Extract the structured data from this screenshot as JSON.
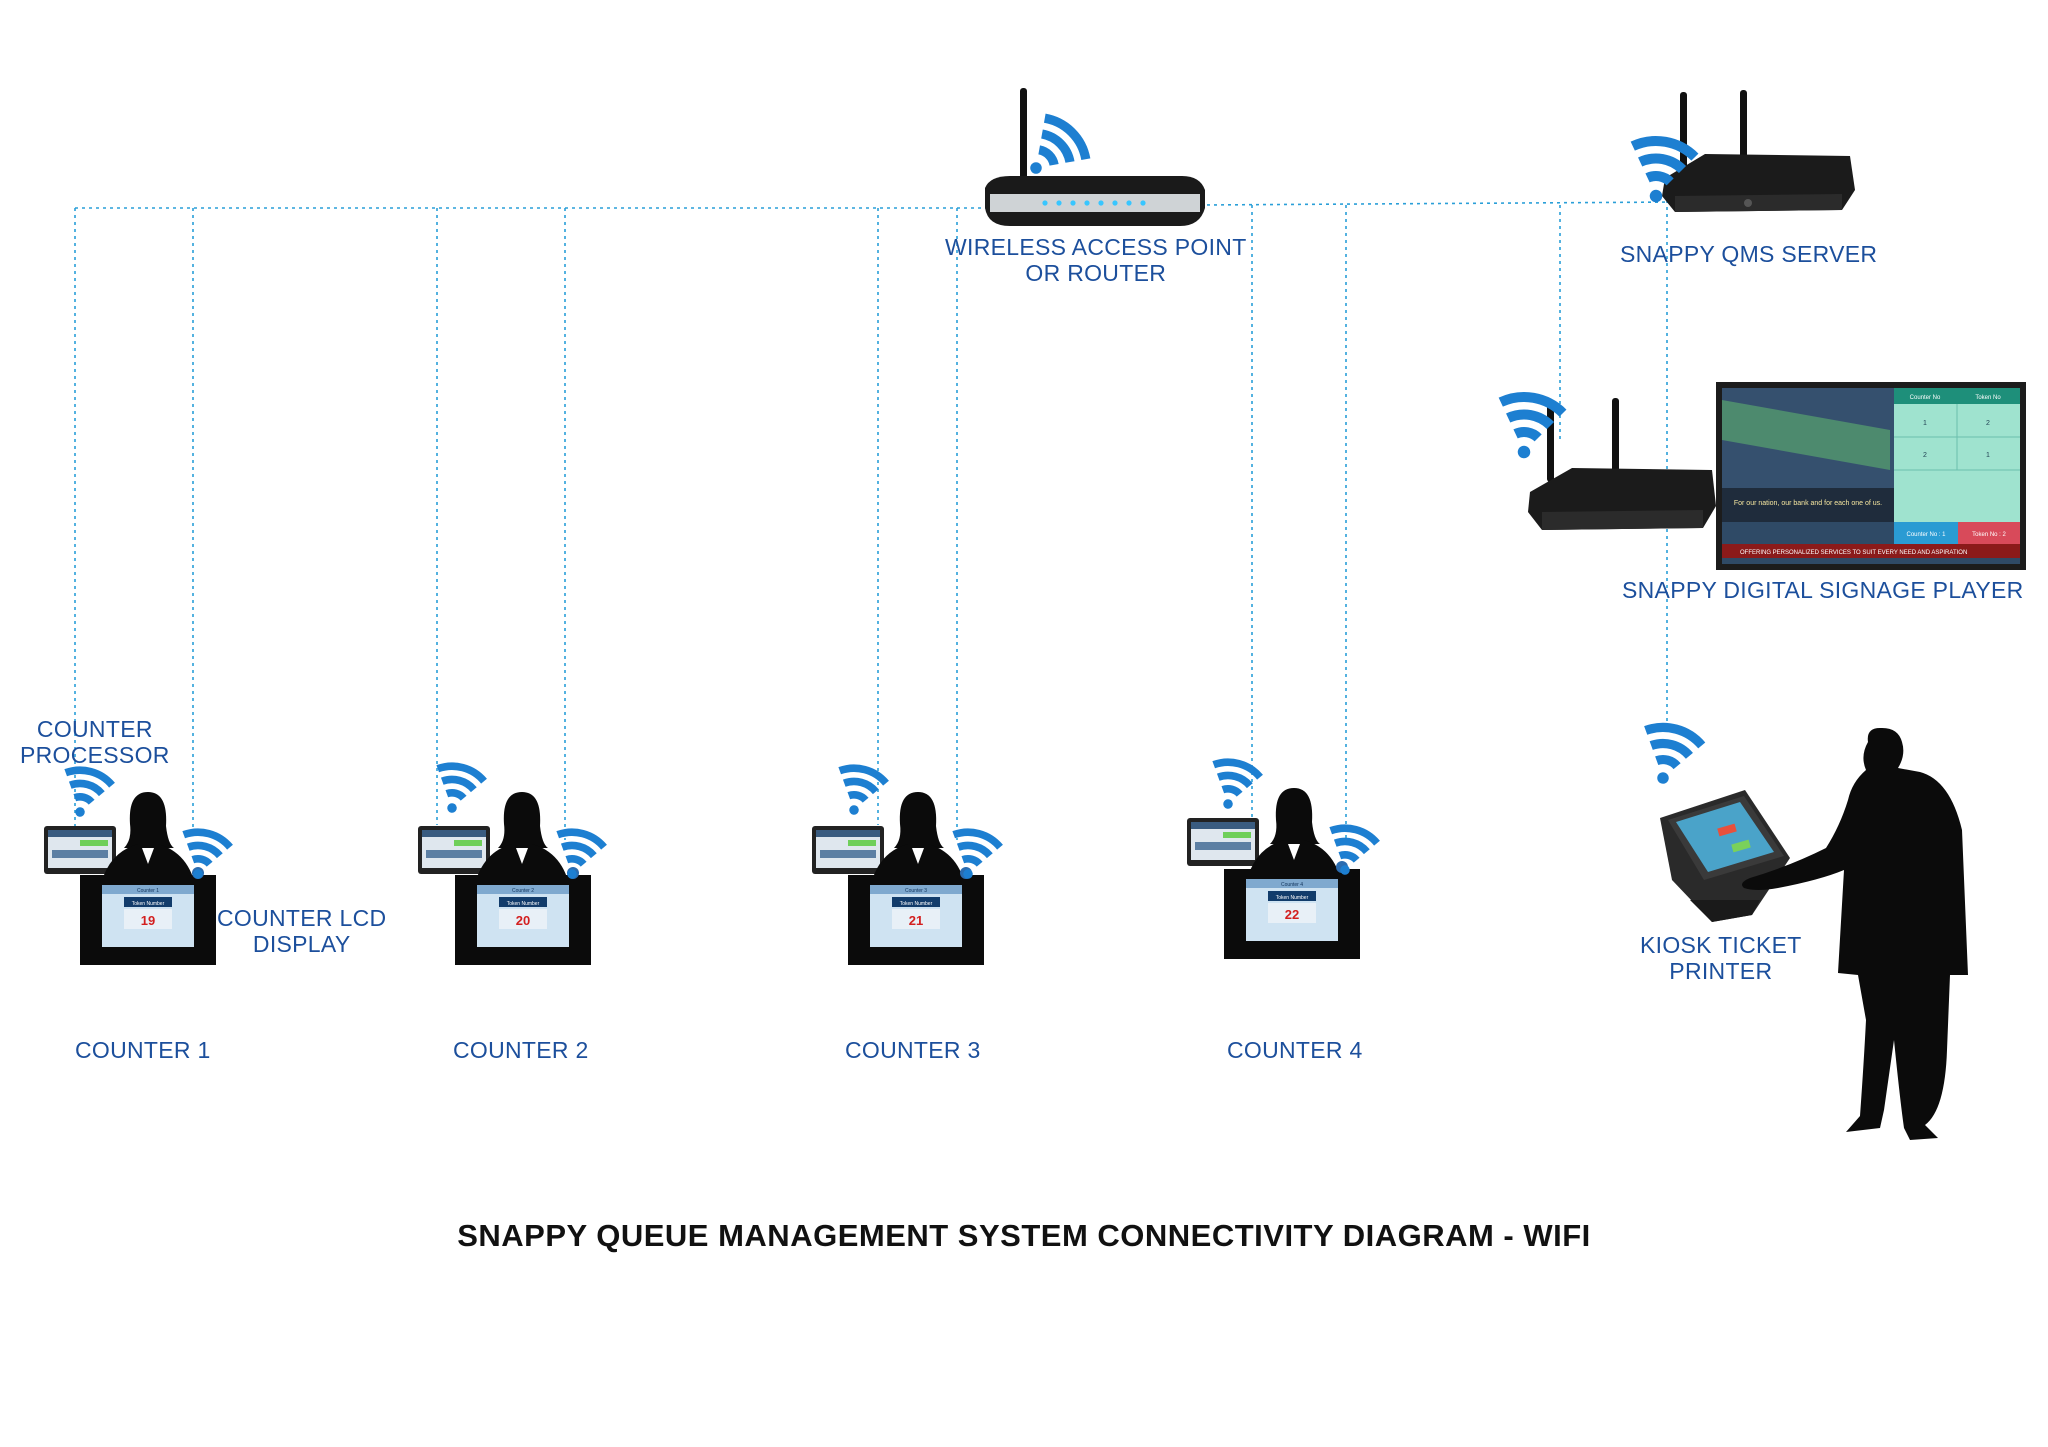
{
  "title": "SNAPPY QUEUE MANAGEMENT SYSTEM CONNECTIVITY DIAGRAM - WIFI",
  "colors": {
    "label": "#1c4f9c",
    "wifi": "#1d7fd1",
    "link": "#2a9fd8",
    "silhouette": "#0b0b0b"
  },
  "nodes": {
    "router": {
      "line1": "WIRELESS ACCESS POINT",
      "line2": "OR ROUTER",
      "icon": "router-icon"
    },
    "server": {
      "line1": "SNAPPY QMS SERVER",
      "icon": "server-box-icon"
    },
    "signage": {
      "line1": "SNAPPY DIGITAL SIGNAGE PLAYER",
      "icon": "signage-player-icon"
    },
    "kiosk": {
      "line1": "KIOSK TICKET",
      "line2": "PRINTER",
      "icon": "kiosk-icon"
    },
    "processor": {
      "line1": "COUNTER",
      "line2": "PROCESSOR"
    },
    "lcd": {
      "line1": "COUNTER LCD",
      "line2": "DISPLAY"
    }
  },
  "counters": [
    {
      "label": "COUNTER 1",
      "token": "19"
    },
    {
      "label": "COUNTER 2",
      "token": "20"
    },
    {
      "label": "COUNTER 3",
      "token": "21"
    },
    {
      "label": "COUNTER 4",
      "token": "22"
    }
  ],
  "lcd_screen": {
    "header": "Counter",
    "token_label": "Token Number"
  },
  "signage_screen": {
    "col1": "Counter No",
    "col2": "Token No",
    "rows": [
      [
        "1",
        "2"
      ],
      [
        "2",
        "1"
      ]
    ],
    "caption": "For our nation, our bank and for each one of us.",
    "footer_left": "Counter No : 1",
    "footer_right": "Token No : 2",
    "ticker": "OFFERING PERSONALIZED SERVICES TO SUIT EVERY NEED AND ASPIRATION"
  }
}
